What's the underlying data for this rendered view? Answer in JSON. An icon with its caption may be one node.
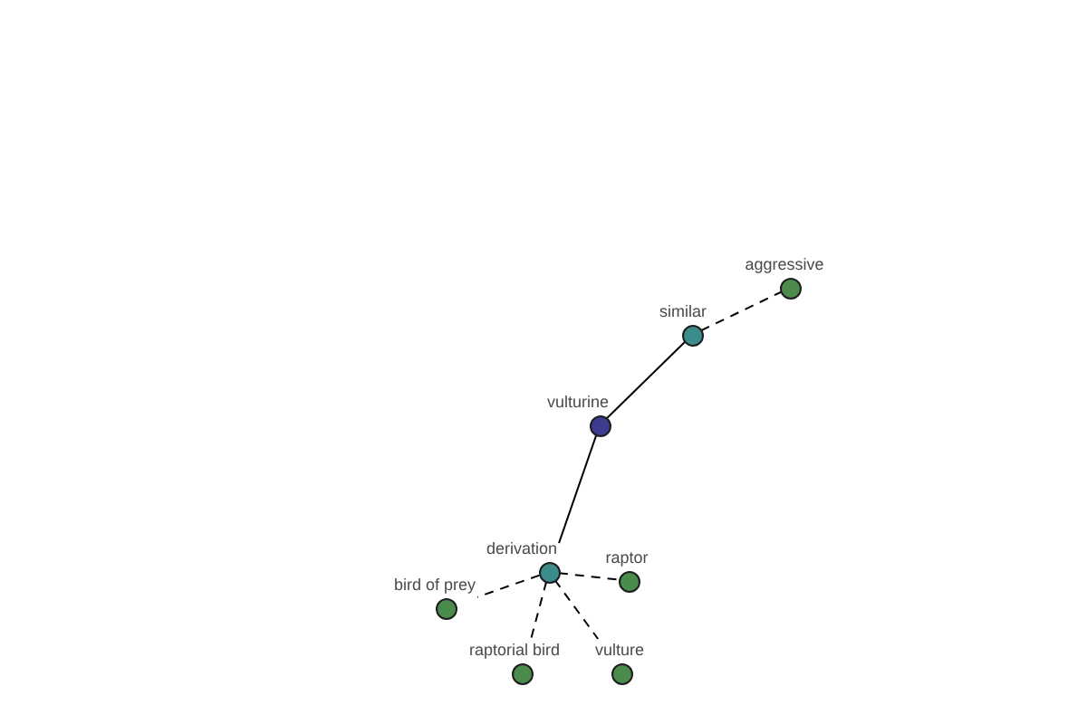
{
  "diagram": {
    "nodes": [
      {
        "text": [
          "aggressive"
        ]
      },
      {
        "text": [
          "similar"
        ]
      },
      {
        "text": [
          "vulturine"
        ]
      },
      {
        "text": [
          "derivation"
        ]
      },
      {
        "text": [
          "raptor"
        ]
      },
      {
        "text": [
          "bird of prey"
        ]
      },
      {
        "text": [
          "raptorial bird"
        ]
      },
      {
        "text": [
          "vulture"
        ]
      }
    ],
    "edges": [
      {
        "from": 1,
        "to": 0,
        "arrow": "none",
        "style": "dashed"
      },
      {
        "from": 2,
        "to": 1,
        "arrow": "none"
      },
      {
        "from": 2,
        "to": 3,
        "arrow": "none"
      },
      {
        "from": 3,
        "to": 4,
        "arrow": "none",
        "style": "dashed"
      },
      {
        "from": 3,
        "to": 5,
        "arrow": "none",
        "style": "dashed"
      },
      {
        "from": 3,
        "to": 6,
        "arrow": "none",
        "style": "dashed"
      },
      {
        "from": 3,
        "to": 7,
        "arrow": "none",
        "style": "dashed"
      }
    ]
  }
}
